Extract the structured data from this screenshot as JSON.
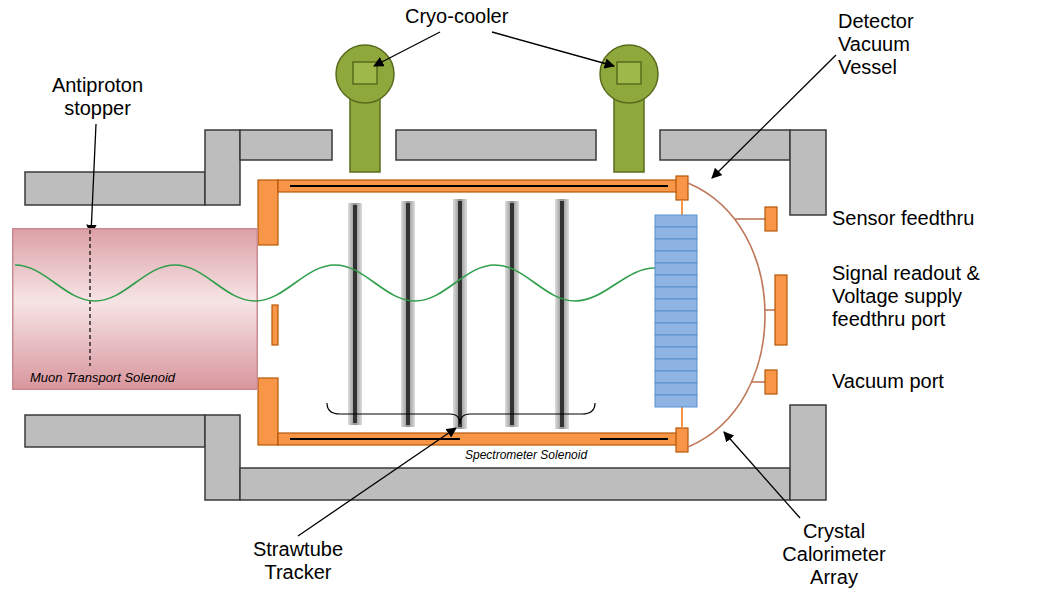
{
  "diagram": {
    "nodes": [
      {
        "text": [
          "Muon Transport Solenoid"
        ]
      }
    ],
    "labels": [
      "Cryo-cooler",
      "Detector Vacuum Vessel",
      "Antiproton stopper",
      "Sensor feedthru",
      "Signal readout & Voltage supply feedthru port",
      "Vacuum port",
      "Spectrometer Solenoid",
      "Strawtube Tracker",
      "Crystal Calorimeter Array"
    ]
  }
}
